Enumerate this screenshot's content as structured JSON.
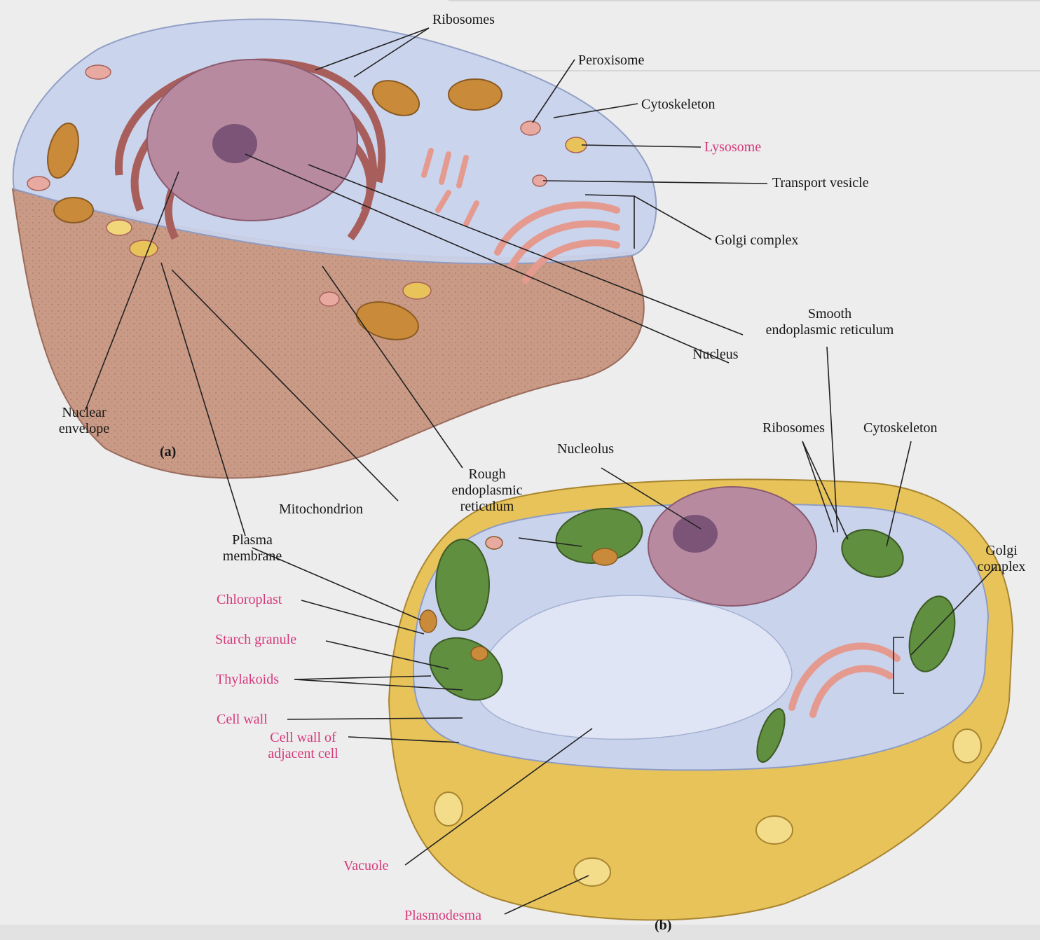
{
  "panels": {
    "a": "(a)",
    "b": "(b)"
  },
  "labels_a": {
    "ribosomes": "Ribosomes",
    "peroxisome": "Peroxisome",
    "cytoskeleton": "Cytoskeleton",
    "lysosome": "Lysosome",
    "transport_vesicle": "Transport vesicle",
    "golgi_complex": "Golgi complex",
    "smooth_er_1": "Smooth",
    "smooth_er_2": "endoplasmic reticulum",
    "nucleus": "Nucleus",
    "nuclear_envelope_1": "Nuclear",
    "nuclear_envelope_2": "envelope",
    "rough_er_1": "Rough",
    "rough_er_2": "endoplasmic",
    "rough_er_3": "reticulum",
    "mitochondrion": "Mitochondrion",
    "plasma_membrane_1": "Plasma",
    "plasma_membrane_2": "membrane"
  },
  "labels_b": {
    "ribosomes": "Ribosomes",
    "cytoskeleton": "Cytoskeleton",
    "nucleolus": "Nucleolus",
    "golgi_1": "Golgi",
    "golgi_2": "complex",
    "chloroplast": "Chloroplast",
    "starch_granule": "Starch granule",
    "thylakoids": "Thylakoids",
    "cell_wall": "Cell wall",
    "adjacent_wall_1": "Cell wall of",
    "adjacent_wall_2": "adjacent cell",
    "vacuole": "Vacuole",
    "plasmodesma": "Plasmodesma"
  },
  "colors": {
    "label_text": "#161616",
    "plant_specific_label": "#d63a7c",
    "cytoplasm": "#c9d3ec",
    "nucleus": "#b88aa0",
    "rough_er": "#a85f5c",
    "golgi": "#e59a90",
    "mitochondrion": "#c98a3a",
    "chloroplast": "#5f8f3f",
    "cell_wall": "#e7c35a"
  }
}
